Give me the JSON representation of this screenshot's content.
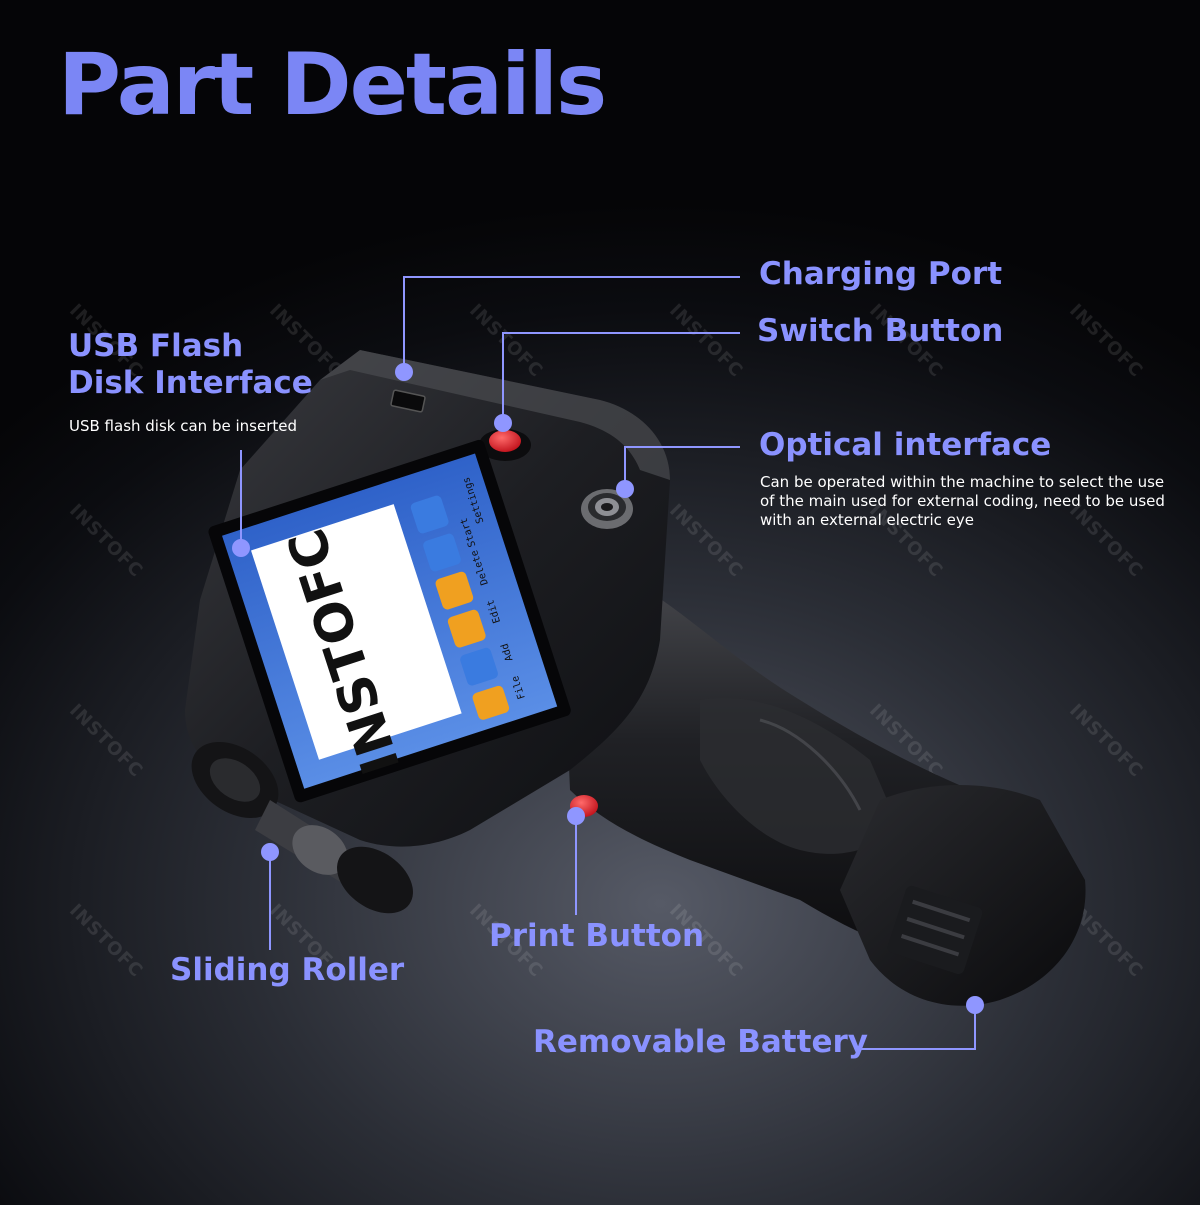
{
  "heading": "Part Details",
  "labels": {
    "charging_port": "Charging Port",
    "switch_button": "Switch Button",
    "optical_interface": "Optical interface",
    "optical_desc": "Can be operated within the machine to select the use of the main used for external coding, need to be used with an external electric eye",
    "usb_flash": "USB Flash Disk Interface",
    "usb_desc": "USB flash disk can be inserted",
    "sliding_roller": "Sliding Roller",
    "print_button": "Print Button",
    "removable_battery": "Removable Battery"
  },
  "screen": {
    "printed_text": "INSTOFC",
    "menu": [
      "File",
      "Add",
      "Edit",
      "Delete",
      "Start",
      "Settings"
    ]
  },
  "watermark": "INSTOFC",
  "colors": {
    "accent": "#7b86f5",
    "label": "#8a92ff",
    "leader": "#8f96ff",
    "button_red": "#e8202a",
    "screen_blue": "#3a6fd0"
  }
}
